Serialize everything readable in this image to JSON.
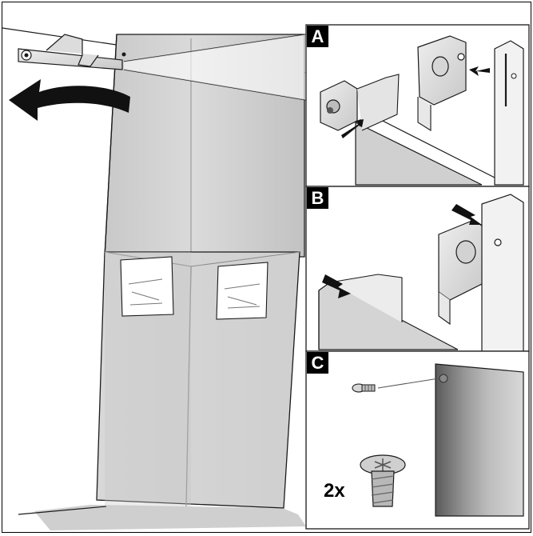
{
  "panels": {
    "a": {
      "label": "A"
    },
    "b": {
      "label": "B"
    },
    "c": {
      "label": "C"
    }
  },
  "screw_quantity": "2x",
  "colors": {
    "line": "#1a1a1a",
    "duct_light": "#d4d4d4",
    "duct_mid": "#bcbcbc",
    "duct_dark": "#9a9a9a",
    "panel_bg": "#ffffff",
    "label_bg": "#000000",
    "label_text": "#ffffff",
    "arrow": "#111111",
    "metal_dark": "#555555"
  },
  "icons": [
    "rotate-left-arrow",
    "push-arrow",
    "screw-icon"
  ]
}
